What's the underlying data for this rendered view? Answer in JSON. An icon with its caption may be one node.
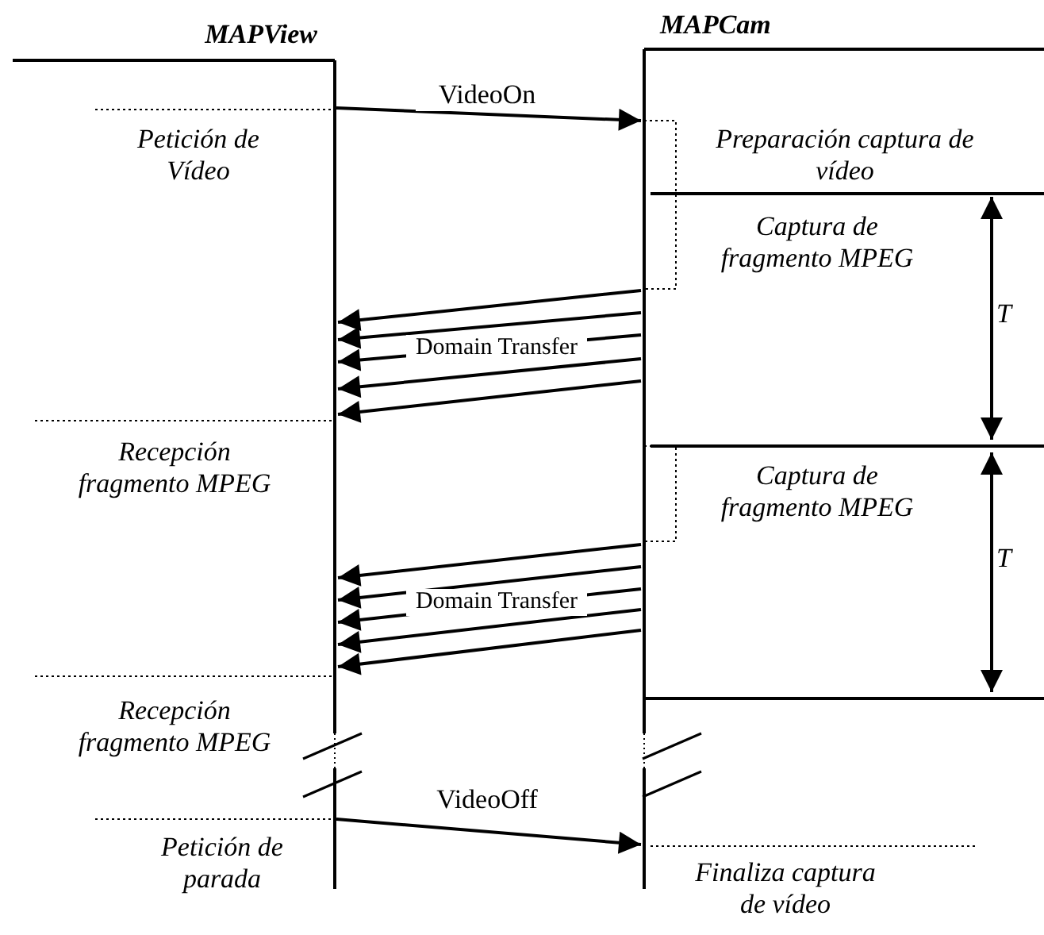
{
  "diagram": {
    "nodes": [
      {
        "text": [
          "MAPView"
        ]
      },
      {
        "text": [
          "MAPCam"
        ]
      }
    ],
    "edges": [
      {
        "from": 0,
        "to": 1,
        "arrow": "to",
        "label": "VideoOn"
      },
      {
        "from": 1,
        "to": 0,
        "arrow": "to"
      },
      {
        "from": 1,
        "to": 0,
        "arrow": "to"
      },
      {
        "from": 1,
        "to": 0,
        "arrow": "to",
        "label": "Domain Transfer"
      },
      {
        "from": 1,
        "to": 0,
        "arrow": "to"
      },
      {
        "from": 1,
        "to": 0,
        "arrow": "to"
      },
      {
        "from": 1,
        "to": 0,
        "arrow": "to"
      },
      {
        "from": 1,
        "to": 0,
        "arrow": "to"
      },
      {
        "from": 1,
        "to": 0,
        "arrow": "to",
        "label": "Domain Transfer"
      },
      {
        "from": 1,
        "to": 0,
        "arrow": "to"
      },
      {
        "from": 1,
        "to": 0,
        "arrow": "to"
      },
      {
        "from": 0,
        "to": 1,
        "arrow": "to",
        "label": "VideoOff"
      }
    ],
    "labels": [
      "Petición de Vídeo",
      "Preparación captura de vídeo",
      "Captura de fragmento MPEG",
      "T",
      "Recepción fragmento MPEG",
      "Captura de fragmento MPEG",
      "T",
      "Recepción fragmento MPEG",
      "Petición de parada",
      "Finaliza captura de vídeo"
    ]
  }
}
